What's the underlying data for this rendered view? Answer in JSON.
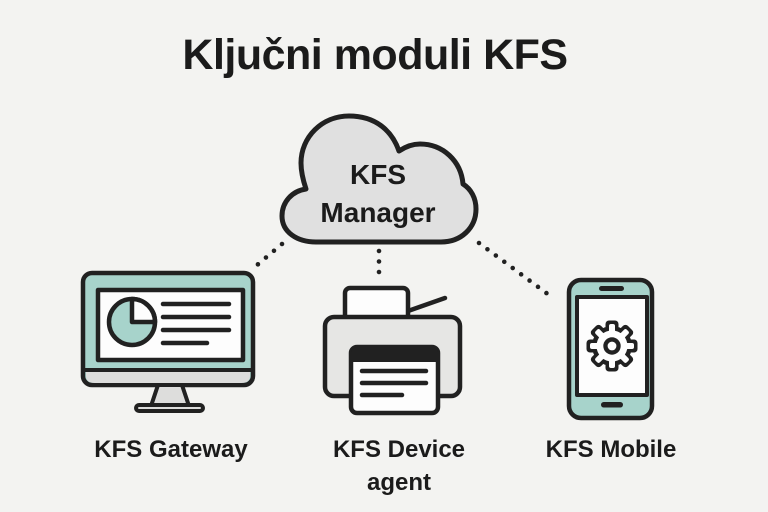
{
  "page": {
    "title": "Ključni moduli KFS",
    "background": "#f3f3f1"
  },
  "colors": {
    "ink": "#212121",
    "text": "#1b1b1b",
    "cloud-gray": "#e0e0e0",
    "teal": "#a7d3cb",
    "light-gray": "#dddddc",
    "printer-gray": "#e6e6e4",
    "white": "#fdfdfd"
  },
  "diagram": {
    "cloud": {
      "label": "KFS Manager",
      "icon": "cloud-icon"
    },
    "nodes": [
      {
        "label": "KFS Gateway",
        "icon": "monitor-dashboard-icon"
      },
      {
        "label": "KFS Device agent",
        "icon": "printer-icon"
      },
      {
        "label": "KFS Mobile",
        "icon": "smartphone-gear-icon"
      }
    ]
  }
}
